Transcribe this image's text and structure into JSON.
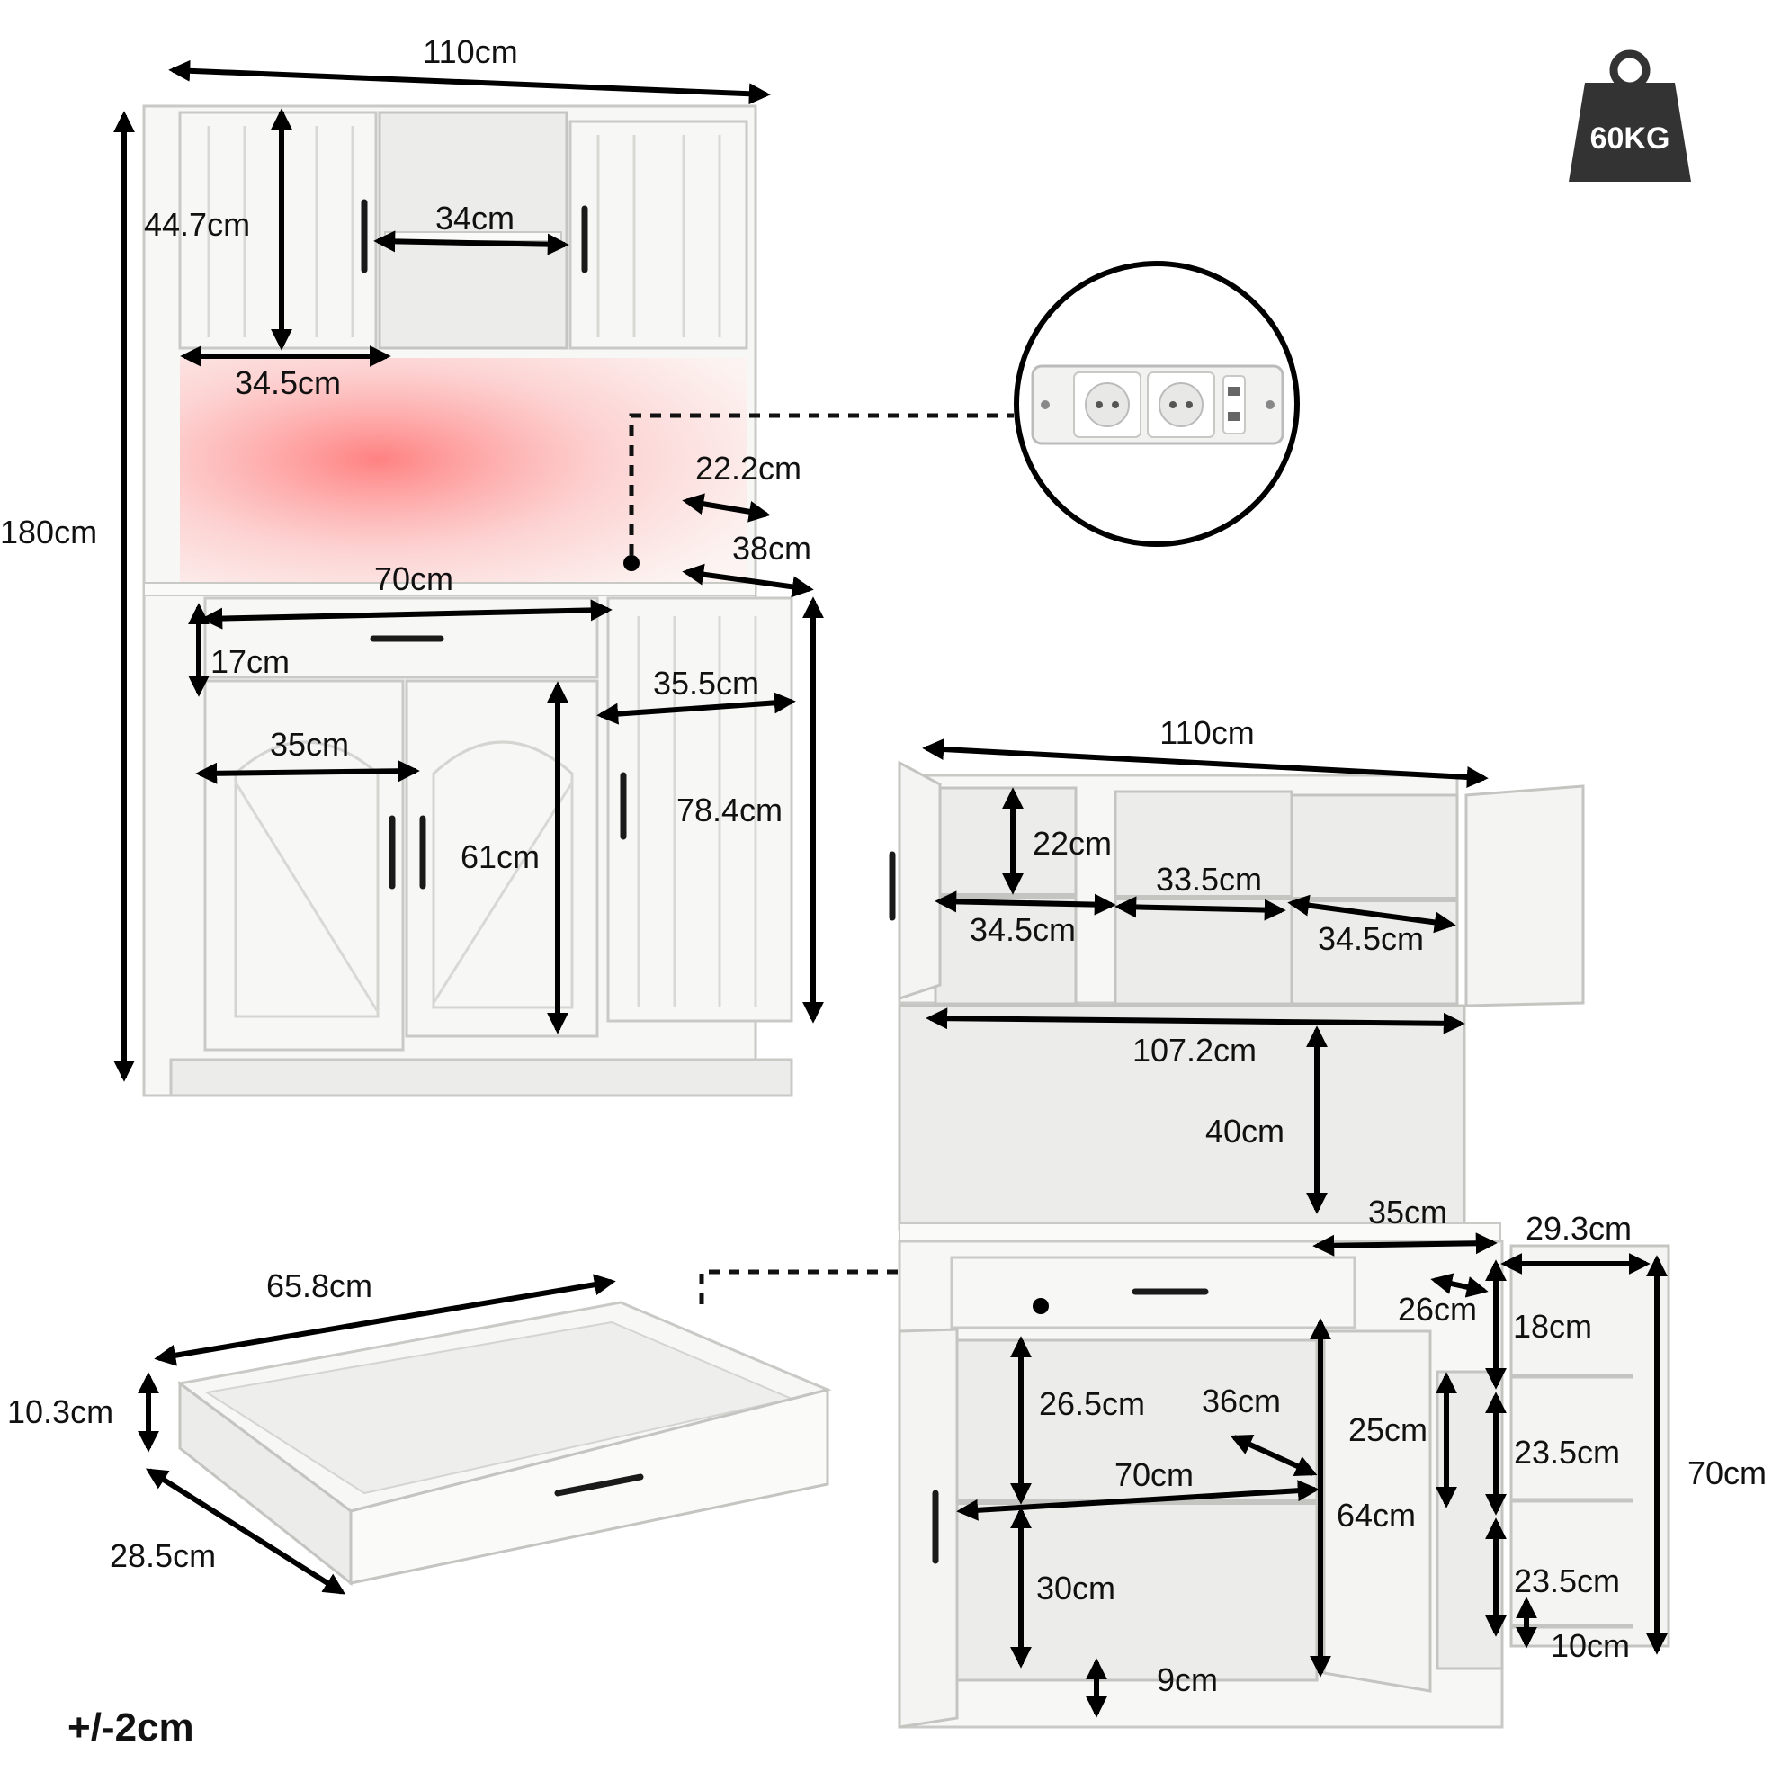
{
  "weight_badge": {
    "label": "60KG",
    "icon": "weight-icon"
  },
  "tolerance": "+/-2cm",
  "front_view": {
    "total_width": "110cm",
    "total_height": "180cm",
    "upper_door_height": "44.7cm",
    "open_shelf_width": "34cm",
    "upper_door_width": "34.5cm",
    "hutch_gap_height": "22.2cm",
    "depth": "38cm",
    "drawer_width": "70cm",
    "drawer_height": "17cm",
    "side_door_width": "35.5cm",
    "lower_door_width": "35cm",
    "lower_door_height": "61cm",
    "side_cabinet_height": "78.4cm"
  },
  "drawer_view": {
    "length": "65.8cm",
    "height": "10.3cm",
    "depth": "28.5cm"
  },
  "open_view": {
    "total_width": "110cm",
    "shelf_height": "22cm",
    "middle_cubby_width": "33.5cm",
    "left_cubby_width": "34.5cm",
    "right_cubby_width": "34.5cm",
    "inner_width": "107.2cm",
    "hutch_height": "40cm",
    "counter_depth": "35cm",
    "side_depth": "29.3cm",
    "side_inner_depth": "26cm",
    "side_top_shelf": "18cm",
    "lower_top_height": "26.5cm",
    "inner_depth": "36cm",
    "door_shelf_height": "25cm",
    "lower_width": "70cm",
    "lower_cabinet_height": "64cm",
    "side_mid_shelf": "23.5cm",
    "side_low_shelf": "23.5cm",
    "side_total_height": "70cm",
    "lower_bottom_height": "30cm",
    "side_base": "10cm",
    "base_height": "9cm"
  },
  "accent_colors": {
    "led_glow": "#ff6a6a",
    "dim_line": "#000000",
    "cabinet": "#f7f7f5"
  }
}
